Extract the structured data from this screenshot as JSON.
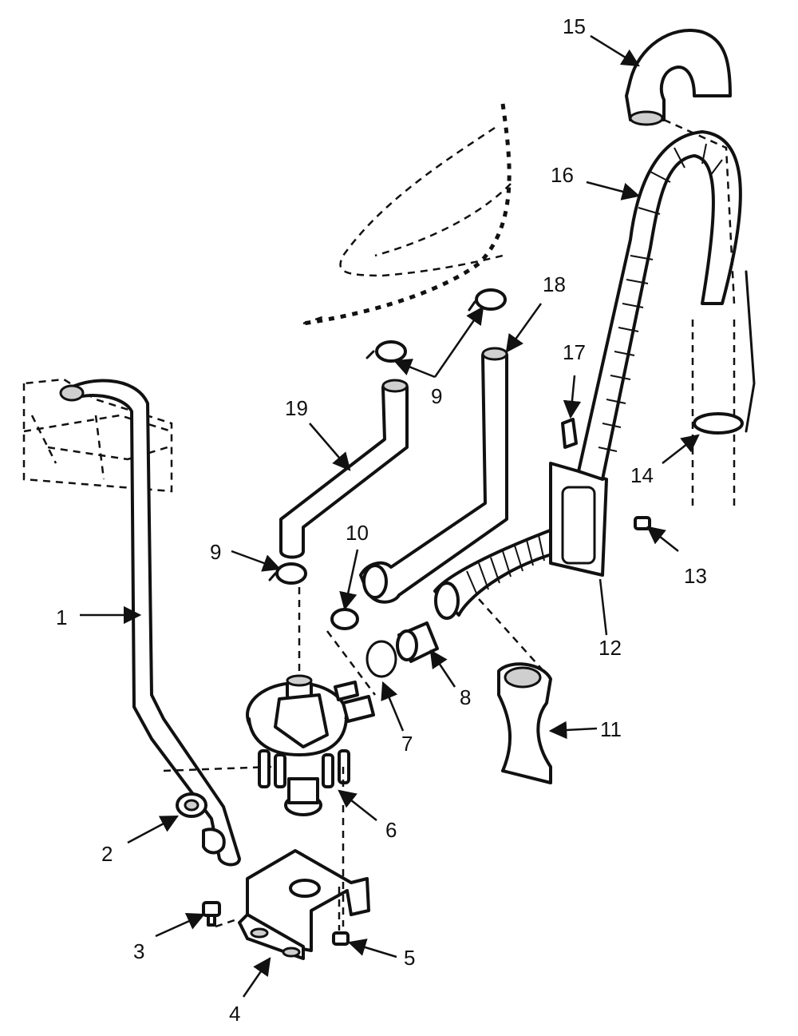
{
  "callouts": [
    {
      "id": "1",
      "label": "1"
    },
    {
      "id": "2",
      "label": "2"
    },
    {
      "id": "3",
      "label": "3"
    },
    {
      "id": "4",
      "label": "4"
    },
    {
      "id": "5",
      "label": "5"
    },
    {
      "id": "6",
      "label": "6"
    },
    {
      "id": "7",
      "label": "7"
    },
    {
      "id": "8",
      "label": "8"
    },
    {
      "id": "9a",
      "label": "9"
    },
    {
      "id": "9b",
      "label": "9"
    },
    {
      "id": "10",
      "label": "10"
    },
    {
      "id": "11",
      "label": "11"
    },
    {
      "id": "12",
      "label": "12"
    },
    {
      "id": "13",
      "label": "13"
    },
    {
      "id": "14",
      "label": "14"
    },
    {
      "id": "15",
      "label": "15"
    },
    {
      "id": "16",
      "label": "16"
    },
    {
      "id": "17",
      "label": "17"
    },
    {
      "id": "18",
      "label": "18"
    },
    {
      "id": "19",
      "label": "19"
    }
  ],
  "colors": {
    "ink": "#111111",
    "paper": "#ffffff",
    "shade": "#cfcfcf"
  }
}
